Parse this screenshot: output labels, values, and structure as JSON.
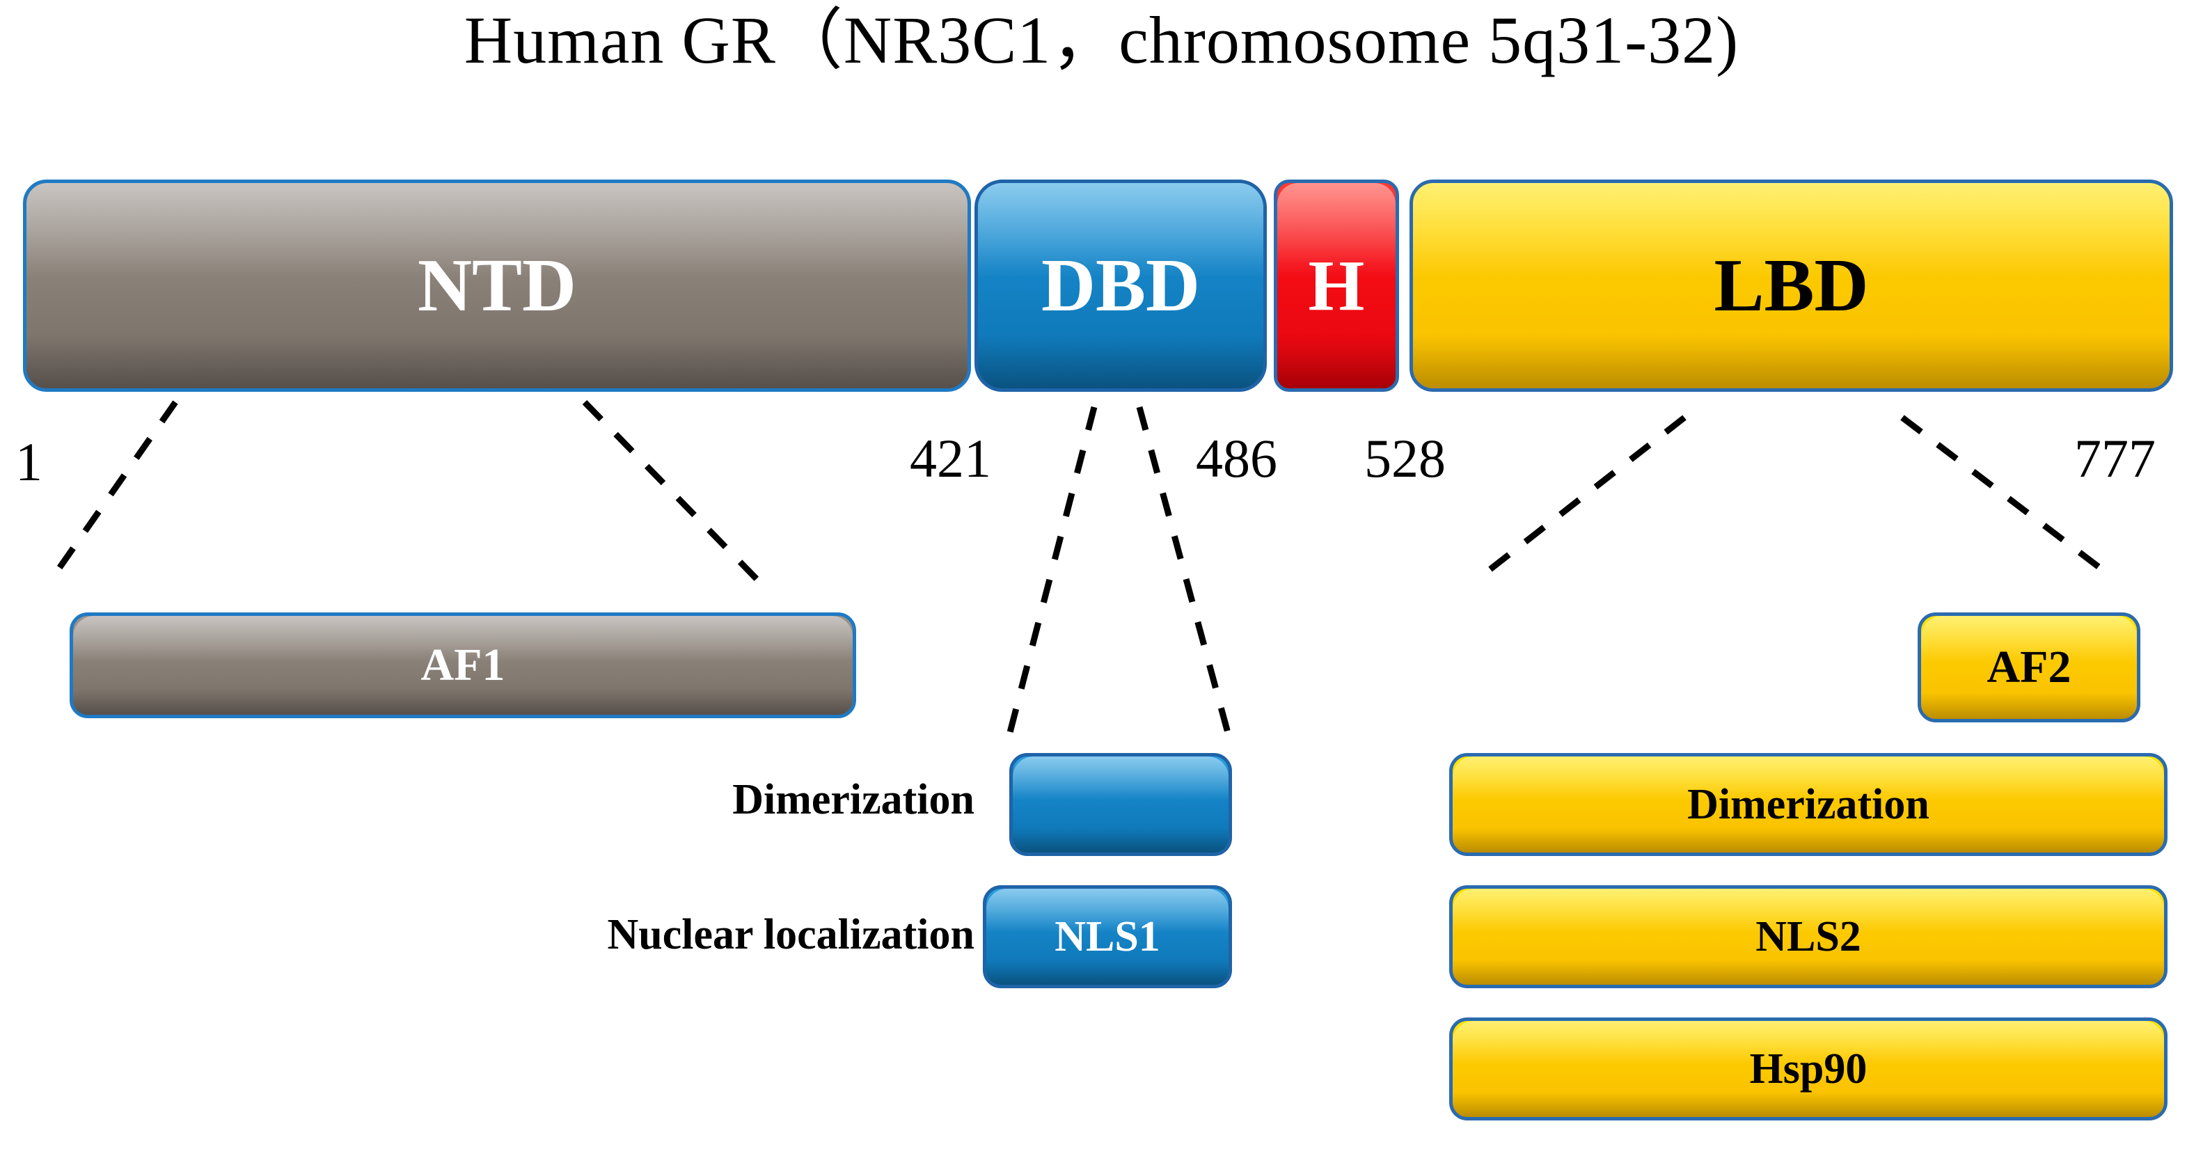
{
  "title": "Human GR（NR3C1，chromosome 5q31-32)",
  "colors": {
    "ntd_fill": "#8b8279",
    "dbd_fill": "#1585c8",
    "hinge_fill": "#f50d15",
    "lbd_fill": "#fdcb00",
    "border_blue": "#1f7ac4",
    "text_white": "#ffffff",
    "text_black": "#000000"
  },
  "domains": [
    {
      "id": "ntd",
      "label": "NTD",
      "start": 1,
      "end": 421
    },
    {
      "id": "dbd",
      "label": "DBD",
      "start": 421,
      "end": 486
    },
    {
      "id": "hinge",
      "label": "H",
      "start": 486,
      "end": 528
    },
    {
      "id": "lbd",
      "label": "LBD",
      "start": 528,
      "end": 777
    }
  ],
  "residue_labels": [
    {
      "id": "res-1",
      "text": "1"
    },
    {
      "id": "res-421",
      "text": "421"
    },
    {
      "id": "res-486",
      "text": "486"
    },
    {
      "id": "res-528",
      "text": "528"
    },
    {
      "id": "res-777",
      "text": "777"
    }
  ],
  "row_captions": [
    {
      "id": "dimerization",
      "text": "Dimerization"
    },
    {
      "id": "nuclear-localization",
      "text": "Nuclear localization"
    }
  ],
  "features": {
    "af1": {
      "label": "AF1",
      "domain": "ntd",
      "color": "grey"
    },
    "af2": {
      "label": "AF2",
      "domain": "lbd",
      "color": "yellow"
    },
    "dbd_dimerization": {
      "label": "",
      "domain": "dbd",
      "color": "blue"
    },
    "lbd_dimerization": {
      "label": "Dimerization",
      "domain": "lbd",
      "color": "yellow"
    },
    "nls1": {
      "label": "NLS1",
      "domain": "dbd",
      "color": "blue"
    },
    "nls2": {
      "label": "NLS2",
      "domain": "lbd",
      "color": "yellow"
    },
    "hsp90": {
      "label": "Hsp90",
      "domain": "lbd",
      "color": "yellow"
    }
  }
}
